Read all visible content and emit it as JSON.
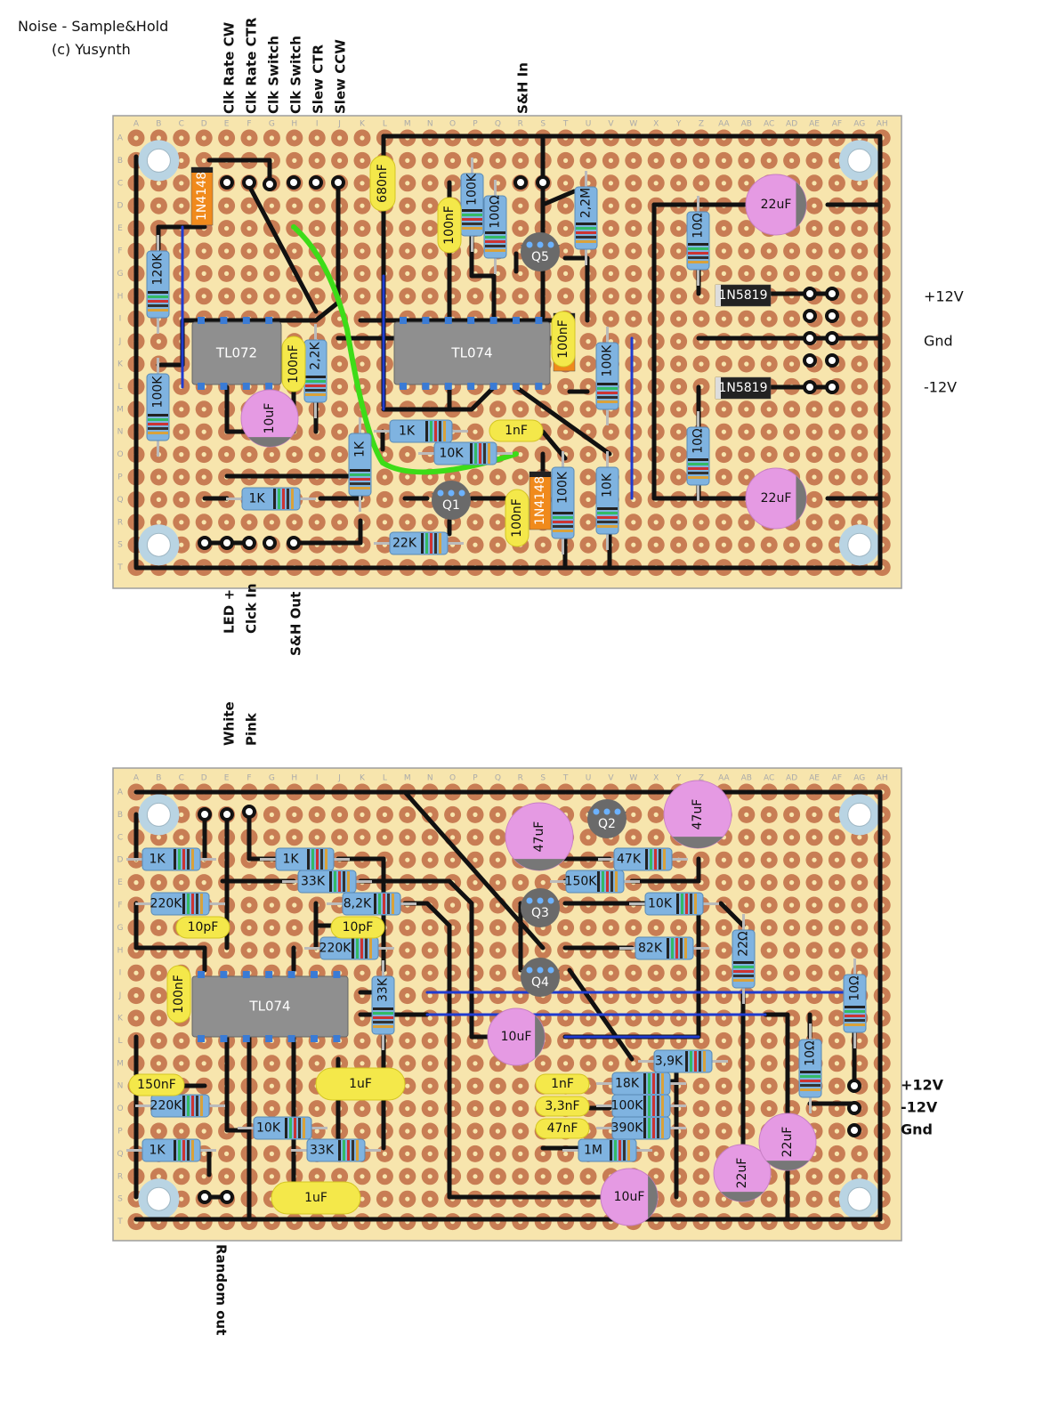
{
  "header": {
    "title": "Noise - Sample&Hold",
    "copyright": "(c) Yusynth"
  },
  "colors": {
    "board": "#f7e5ad",
    "board_edge": "#9e9e9e",
    "pad": "#c87d54",
    "pad_hole": "#f7e5ad",
    "wire": "#111111",
    "jumper_blue": "#1f3bd0",
    "jumper_green": "#3ddc18",
    "resistor": "#7fb3e0",
    "cap_film": "#f4e84a",
    "cap_elec": "#e59ae3",
    "cap_elec_rim": "#777777",
    "ic": "#8f8f8f",
    "transistor": "#6a6a6a",
    "diode_orange": "#f08a1c",
    "diode_black": "#222222",
    "mount_hole": "#b9d4e3"
  },
  "columns": [
    "A",
    "B",
    "C",
    "D",
    "E",
    "F",
    "G",
    "H",
    "I",
    "J",
    "K",
    "L",
    "M",
    "N",
    "O",
    "P",
    "Q",
    "R",
    "S",
    "T",
    "U",
    "V",
    "W",
    "X",
    "Y",
    "Z",
    "AA",
    "AB",
    "AC",
    "AD",
    "AE",
    "AF",
    "AG",
    "AH"
  ],
  "rows": [
    "A",
    "B",
    "C",
    "D",
    "E",
    "F",
    "G",
    "H",
    "I",
    "J",
    "K",
    "L",
    "M",
    "N",
    "O",
    "P",
    "Q",
    "R",
    "S",
    "T"
  ],
  "boards": [
    {
      "id": "sample-hold",
      "top_connector_labels": [
        "Clk Rate CW",
        "Clk Rate CTR",
        "Clk Switch",
        "Clk Switch",
        "Slew CTR",
        "Slew CCW",
        "S&H In"
      ],
      "bottom_connector_labels": [
        "LED +",
        "Clck In",
        "S&H Out"
      ],
      "power_labels": [
        "+12V",
        "Gnd",
        "-12V"
      ],
      "components": {
        "ics": [
          "TL072",
          "TL074"
        ],
        "transistors": [
          "Q5",
          "Q1"
        ],
        "diodes": [
          "1N4148",
          "1N4148",
          "1N4148",
          "1N5819",
          "1N5819"
        ],
        "resistors": [
          "120K",
          "100K",
          "2,2K",
          "100K",
          "100Ω",
          "2,2M",
          "10Ω",
          "10Ω",
          "100K",
          "1K",
          "10K",
          "1K",
          "1K",
          "22K",
          "100K",
          "10K"
        ],
        "film_caps": [
          "680nF",
          "100nF",
          "100nF",
          "100nF",
          "1nF",
          "100nF"
        ],
        "electrolytic_caps": [
          "10uF",
          "22uF",
          "22uF"
        ]
      }
    },
    {
      "id": "noise",
      "top_connector_labels": [
        "White",
        "Pink"
      ],
      "bottom_connector_labels": [
        "Random out"
      ],
      "power_labels": [
        "+12V",
        "-12V",
        "Gnd"
      ],
      "components": {
        "ics": [
          "TL074"
        ],
        "transistors": [
          "Q2",
          "Q3",
          "Q4"
        ],
        "resistors": [
          "1K",
          "1K",
          "220K",
          "33K",
          "8,2K",
          "220K",
          "47K",
          "150K",
          "10K",
          "82K",
          "22Ω",
          "33K",
          "10Ω",
          "10Ω",
          "3,9K",
          "18K",
          "100K",
          "390K",
          "1M",
          "220K",
          "10K",
          "33K",
          "1K"
        ],
        "film_caps": [
          "10pF",
          "10pF",
          "100nF",
          "150nF",
          "1uF",
          "1uF",
          "1nF",
          "3,3nF",
          "47nF"
        ],
        "electrolytic_caps": [
          "47uF",
          "47uF",
          "10uF",
          "10uF",
          "22uF",
          "22uF"
        ]
      }
    }
  ]
}
